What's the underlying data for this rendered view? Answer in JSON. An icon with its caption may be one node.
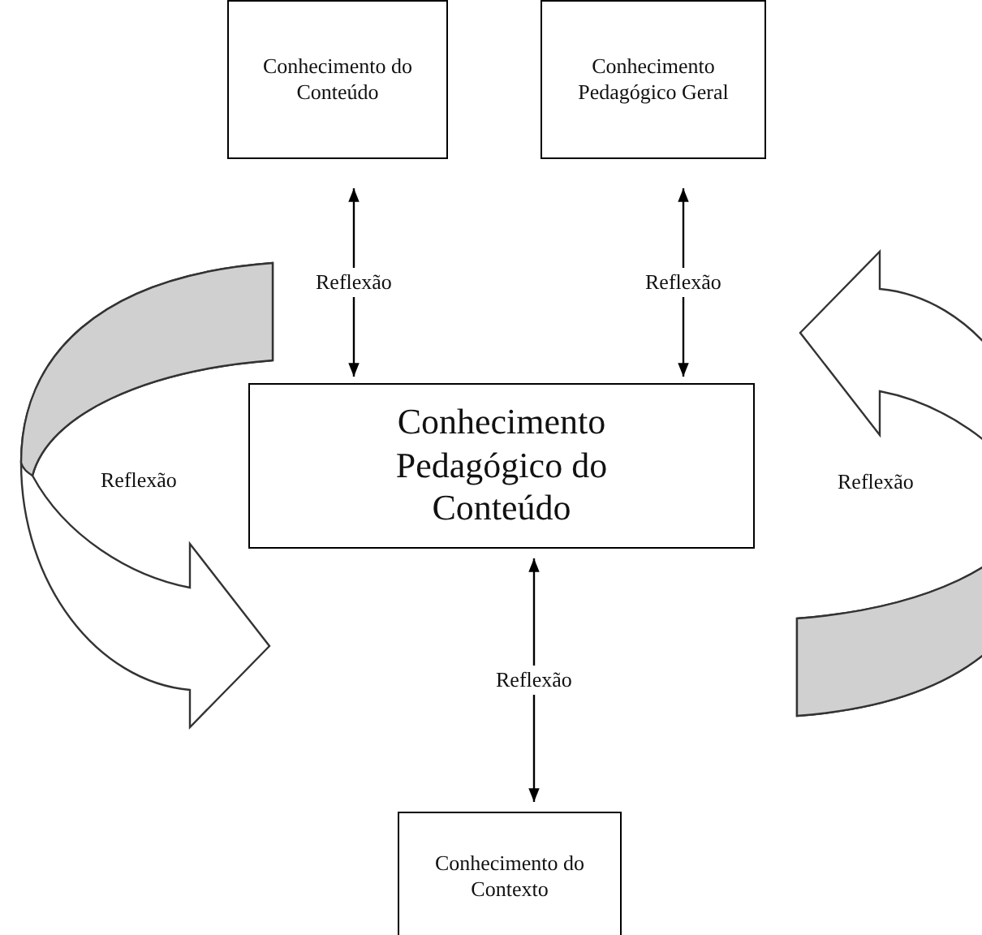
{
  "diagram": {
    "nodes": [
      {
        "text": [
          "Conhecimento do Conteúdo"
        ]
      },
      {
        "text": [
          "Conhecimento Pedagógico Geral"
        ]
      },
      {
        "text": [
          "Conhecimento Pedagógico do Conteúdo"
        ]
      },
      {
        "text": [
          "Conhecimento do Contexto"
        ]
      }
    ],
    "edges": [
      {
        "from": 0,
        "to": 2,
        "arrow": "both",
        "label": "Reflexão"
      },
      {
        "from": 1,
        "to": 2,
        "arrow": "both",
        "label": "Reflexão"
      },
      {
        "from": 2,
        "to": 3,
        "arrow": "both",
        "label": "Reflexão"
      }
    ],
    "labels": [
      "Reflexão",
      "Reflexão"
    ]
  }
}
